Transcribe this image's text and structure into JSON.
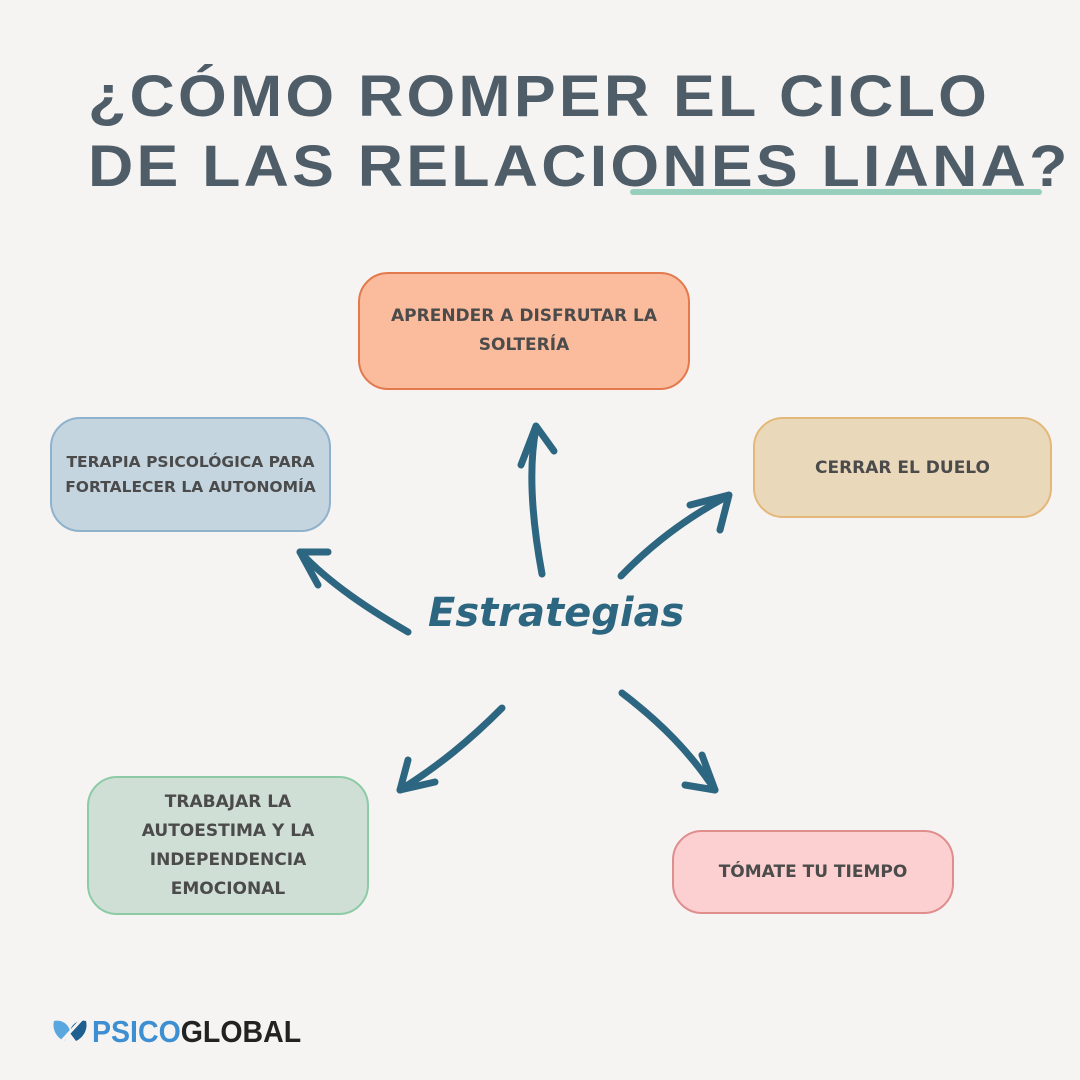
{
  "title": {
    "line1": "¿CÓMO ROMPER EL CICLO",
    "line2": "DE LAS RELACIONES LIANA?"
  },
  "center": {
    "label": "Estrategias"
  },
  "strategies": [
    {
      "id": "top",
      "text": "APRENDER A DISFRUTAR LA SOLTERÍA",
      "bg": "#fbbb9d",
      "border": "#e37a4e"
    },
    {
      "id": "left",
      "text": "TERAPIA PSICOLÓGICA PARA FORTALECER LA AUTONOMÍA",
      "bg": "#c4d5e0",
      "border": "#8fb2cc"
    },
    {
      "id": "right",
      "text": "CERRAR EL DUELO",
      "bg": "#ead8bb",
      "border": "#e3b87a"
    },
    {
      "id": "bottom-left",
      "text": "TRABAJAR LA AUTOESTIMA Y LA INDEPENDENCIA EMOCIONAL",
      "bg": "#cfdfd5",
      "border": "#8dcba6"
    },
    {
      "id": "bottom-right",
      "text": "TÓMATE TU TIEMPO",
      "bg": "#fcd0d0",
      "border": "#df8e8e"
    }
  ],
  "colors": {
    "background": "#f6f4f2",
    "title": "#4e5d68",
    "underline": "#8ecbb6",
    "arrows": "#2d6680"
  },
  "brand": {
    "part1": "PSICO",
    "part2": "GLOBAL",
    "icon": "leaf-logo-icon"
  }
}
